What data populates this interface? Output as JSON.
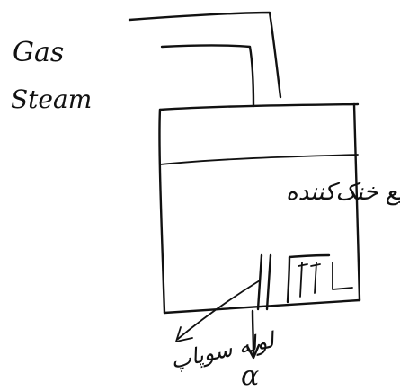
{
  "labels": {
    "gas": "Gas",
    "steam": "Steam",
    "liquid": "مایع خنک‌کننده",
    "pipe": "لوله سوپاپ",
    "outlet": "α"
  }
}
